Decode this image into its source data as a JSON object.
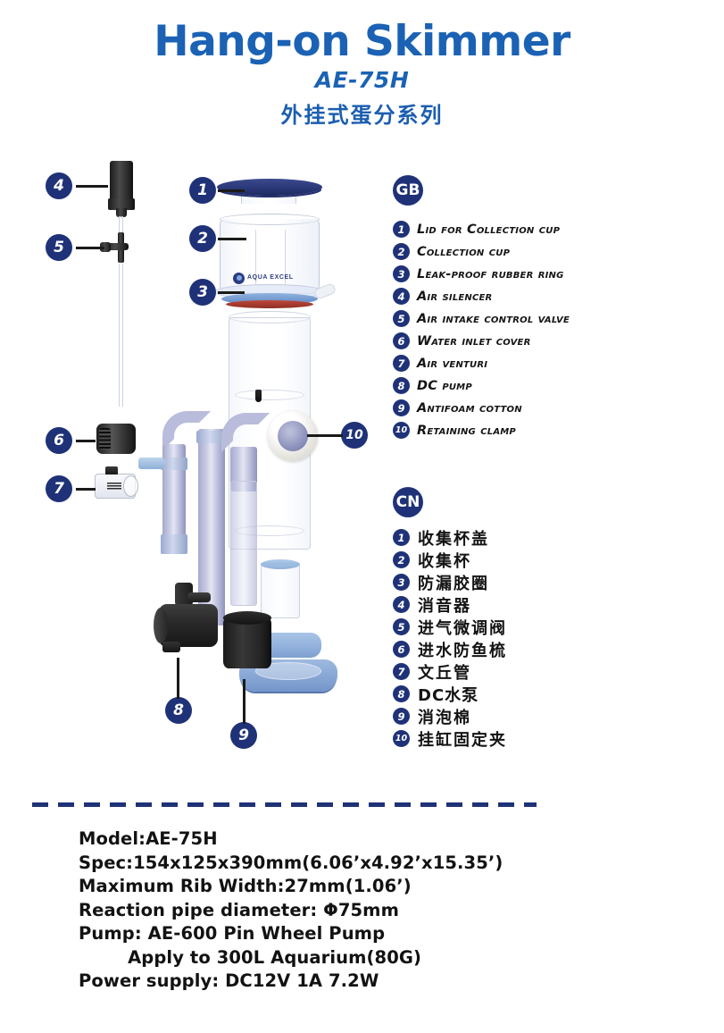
{
  "header": {
    "title": "Hang-on Skimmer",
    "model": "AE-75H",
    "series_cn": "外挂式蛋分系列",
    "brand_color": "#1b62b5",
    "navy": "#1f3278"
  },
  "diagram": {
    "brand_logo_text": "AQUA EXCEL",
    "callouts": [
      {
        "number": "1"
      },
      {
        "number": "2"
      },
      {
        "number": "3"
      },
      {
        "number": "4"
      },
      {
        "number": "5"
      },
      {
        "number": "6"
      },
      {
        "number": "7"
      },
      {
        "number": "8"
      },
      {
        "number": "9"
      },
      {
        "number": "10"
      }
    ]
  },
  "legend_en": {
    "badge": "GB",
    "items": [
      {
        "n": "1",
        "label": "Lid for Collection cup"
      },
      {
        "n": "2",
        "label": "Collection cup"
      },
      {
        "n": "3",
        "label": "Leak-proof rubber ring"
      },
      {
        "n": "4",
        "label": "Air silencer"
      },
      {
        "n": "5",
        "label": "Air intake control valve"
      },
      {
        "n": "6",
        "label": "Water inlet cover"
      },
      {
        "n": "7",
        "label": "Air venturi"
      },
      {
        "n": "8",
        "label": "DC pump"
      },
      {
        "n": "9",
        "label": "Antifoam cotton"
      },
      {
        "n": "10",
        "label": "Retaining clamp"
      }
    ]
  },
  "legend_cn": {
    "badge": "CN",
    "items": [
      {
        "n": "1",
        "label": "收集杯盖"
      },
      {
        "n": "2",
        "label": "收集杯"
      },
      {
        "n": "3",
        "label": "防漏胶圈"
      },
      {
        "n": "4",
        "label": "消音器"
      },
      {
        "n": "5",
        "label": "进气微调阀"
      },
      {
        "n": "6",
        "label": "进水防鱼梳"
      },
      {
        "n": "7",
        "label": "文丘管"
      },
      {
        "n": "8",
        "label": "DC水泵"
      },
      {
        "n": "9",
        "label": "消泡棉"
      },
      {
        "n": "10",
        "label": "挂缸固定夹"
      }
    ]
  },
  "specs": {
    "lines": [
      "Model:AE-75H",
      "Spec:154x125x390mm(6.06’x4.92’x15.35’)",
      "Maximum Rib Width:27mm(1.06’)",
      "Reaction pipe diameter: Φ75mm",
      "Pump: AE-600 Pin Wheel Pump",
      "        Apply to 300L Aquarium(80G)",
      "Power supply: DC12V 1A 7.2W"
    ]
  }
}
